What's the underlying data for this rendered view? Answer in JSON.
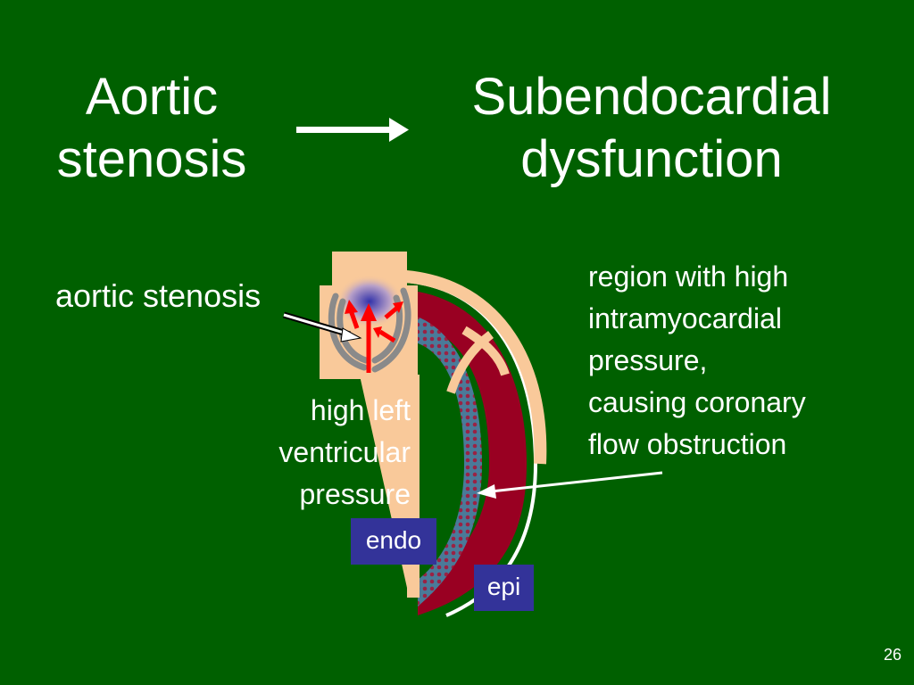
{
  "title": {
    "left_line1": "Aortic",
    "left_line2": "stenosis",
    "right_line1": "Subendocardial",
    "right_line2": "dysfunction"
  },
  "labels": {
    "aortic_stenosis": "aortic stenosis",
    "pressure_line1": "high left",
    "pressure_line2": "ventricular",
    "pressure_line3": "pressure",
    "region_line1": "region with high",
    "region_line2": "intramyocardial",
    "region_line3": "pressure,",
    "region_line4": "causing coronary",
    "region_line5": "flow obstruction",
    "endo": "endo",
    "epi": "epi"
  },
  "page_number": "26",
  "colors": {
    "background": "#006000",
    "myocardium": "#990022",
    "cavity": "#f9c99a",
    "subendocardium_mesh": "#4a7a99",
    "tag": "#333399",
    "arrow_red": "#ff0000"
  }
}
